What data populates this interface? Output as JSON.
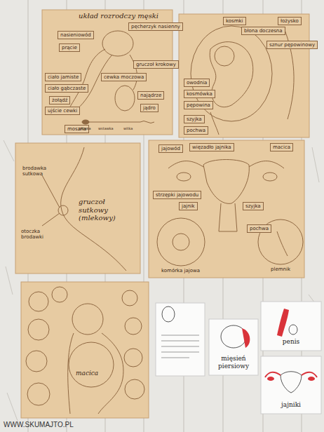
{
  "diagram": {
    "nodes": [
      {
        "text": [
          "nasieniowód"
        ]
      },
      {
        "text": [
          "prącie"
        ]
      },
      {
        "text": [
          "ciało jamiste"
        ]
      },
      {
        "text": [
          "ciało gąbczaste"
        ]
      },
      {
        "text": [
          "żołądź"
        ]
      },
      {
        "text": [
          "ujście cewki"
        ]
      },
      {
        "text": [
          "pęcherzyk nasienny"
        ]
      },
      {
        "text": [
          "gruczoł krokowy"
        ]
      },
      {
        "text": [
          "cewka moczowa"
        ]
      },
      {
        "text": [
          "najądrze"
        ]
      },
      {
        "text": [
          "jądro"
        ]
      },
      {
        "text": [
          "moszna"
        ]
      },
      {
        "text": [
          "kosmki"
        ]
      },
      {
        "text": [
          "błona doczesna"
        ]
      },
      {
        "text": [
          "łożysko"
        ]
      },
      {
        "text": [
          "sznur pępowinowy"
        ]
      },
      {
        "text": [
          "owodnia"
        ]
      },
      {
        "text": [
          "kosmówka"
        ]
      },
      {
        "text": [
          "pępowina"
        ]
      },
      {
        "text": [
          "szyjka"
        ]
      },
      {
        "text": [
          "pochwa"
        ]
      },
      {
        "text": [
          "jajowód"
        ]
      },
      {
        "text": [
          "więzadło jajnika"
        ]
      },
      {
        "text": [
          "macica"
        ]
      },
      {
        "text": [
          "strzępki jajowodu"
        ]
      },
      {
        "text": [
          "jajnik"
        ]
      },
      {
        "text": [
          "szyjka"
        ]
      },
      {
        "text": [
          "pochwa"
        ]
      },
      {
        "text": [
          "mięsień piersiowy"
        ]
      },
      {
        "text": [
          "penis"
        ]
      },
      {
        "text": [
          "jajniki"
        ]
      }
    ],
    "labels": [
      "układ rozrodczy męski",
      "główka",
      "wstawka",
      "witka",
      "gruczoł sutkowy (mlekowy)",
      "brodawka sutkowa",
      "otoczka brodawki",
      "komórka jajowa",
      "plemnik",
      "macica",
      "WWW.SKUMAJTO.PL"
    ]
  }
}
